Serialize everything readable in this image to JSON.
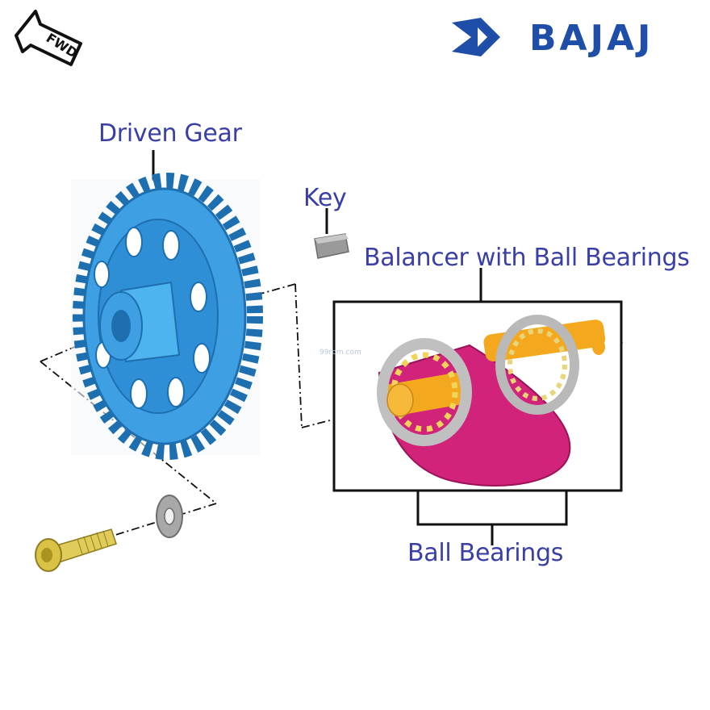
{
  "brand": {
    "name": "BAJAJ",
    "color": "#1f4ea8"
  },
  "direction_arrow": {
    "text": "FWD"
  },
  "labels": {
    "driven_gear": "Driven Gear",
    "key": "Key",
    "balancer": "Balancer with Ball Bearings",
    "ball_bearings": "Ball Bearings"
  },
  "watermark": "99rpm.com",
  "colors": {
    "label_text": "#3a3fa6",
    "gear": "#2f8fd6",
    "balancer_weight": "#d2237a",
    "shaft": "#f3a81e",
    "bearing": "#b9b9b9",
    "bolt": "#d6c24a"
  }
}
